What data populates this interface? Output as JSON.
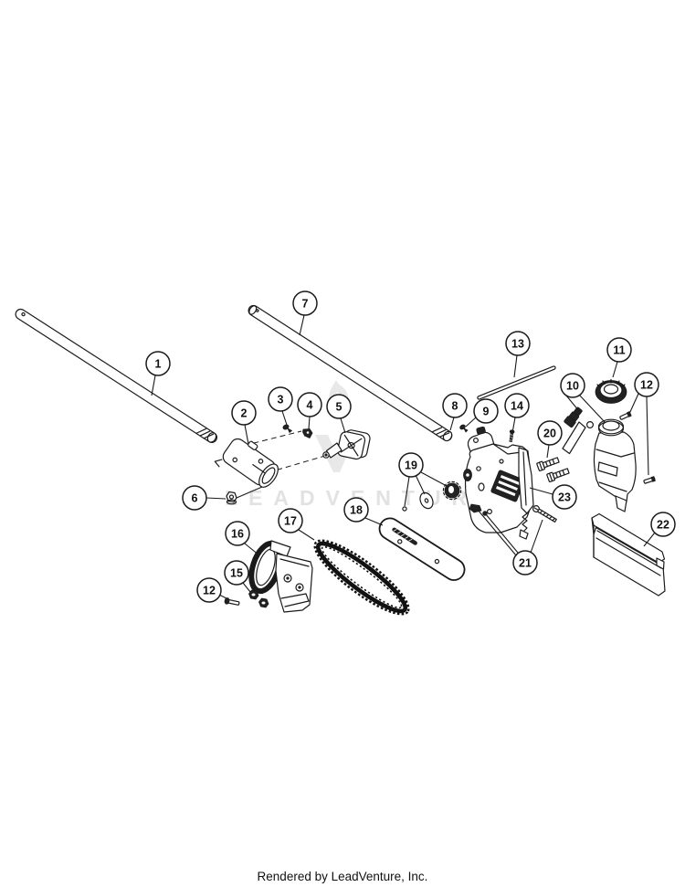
{
  "colors": {
    "background": "#ffffff",
    "line_art": "#1a1a1a",
    "watermark": "#e2e2e2"
  },
  "watermark": {
    "text": "LEADVENTURE"
  },
  "footer": {
    "credit": "Rendered by LeadVenture, Inc."
  },
  "diagram": {
    "type": "exploded-parts-diagram",
    "callouts": [
      {
        "label": "1"
      },
      {
        "label": "2"
      },
      {
        "label": "3"
      },
      {
        "label": "4"
      },
      {
        "label": "5"
      },
      {
        "label": "6"
      },
      {
        "label": "7"
      },
      {
        "label": "8"
      },
      {
        "label": "9"
      },
      {
        "label": "10"
      },
      {
        "label": "11"
      },
      {
        "label": "12"
      },
      {
        "label": "13"
      },
      {
        "label": "14"
      },
      {
        "label": "15"
      },
      {
        "label": "16"
      },
      {
        "label": "17"
      },
      {
        "label": "18"
      },
      {
        "label": "19"
      },
      {
        "label": "20"
      },
      {
        "label": "21"
      },
      {
        "label": "22"
      },
      {
        "label": "23"
      },
      {
        "label": "12"
      }
    ]
  }
}
